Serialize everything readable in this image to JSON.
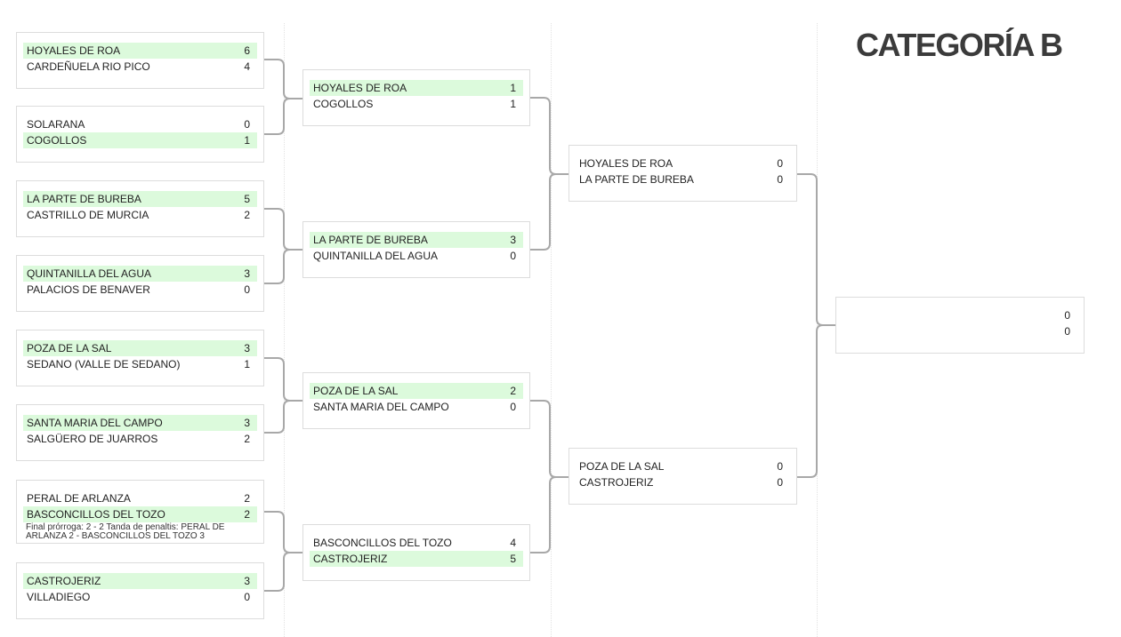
{
  "title": "CATEGORÍA B",
  "rounds": [
    {
      "matches": [
        {
          "team1": "HOYALES DE ROA",
          "score1": "6",
          "team2": "CARDEÑUELA RIO PICO",
          "score2": "4",
          "winner": 1
        },
        {
          "team1": "SOLARANA",
          "score1": "0",
          "team2": "COGOLLOS",
          "score2": "1",
          "winner": 2
        },
        {
          "team1": "LA PARTE DE BUREBA",
          "score1": "5",
          "team2": "CASTRILLO DE MURCIA",
          "score2": "2",
          "winner": 1
        },
        {
          "team1": "QUINTANILLA DEL AGUA",
          "score1": "3",
          "team2": "PALACIOS DE BENAVER",
          "score2": "0",
          "winner": 1
        },
        {
          "team1": "POZA DE LA SAL",
          "score1": "3",
          "team2": "SEDANO (VALLE DE SEDANO)",
          "score2": "1",
          "winner": 1
        },
        {
          "team1": "SANTA MARIA DEL CAMPO",
          "score1": "3",
          "team2": "SALGÜERO DE JUARROS",
          "score2": "2",
          "winner": 1
        },
        {
          "team1": "PERAL DE ARLANZA",
          "score1": "2",
          "team2": "BASCONCILLOS DEL TOZO",
          "score2": "2",
          "winner": 2,
          "note": "Final prórroga: 2 - 2 Tanda de penaltis: PERAL DE ARLANZA 2 - BASCONCILLOS DEL TOZO 3"
        },
        {
          "team1": "CASTROJERIZ",
          "score1": "3",
          "team2": "VILLADIEGO",
          "score2": "0",
          "winner": 1
        }
      ]
    },
    {
      "matches": [
        {
          "team1": "HOYALES DE ROA",
          "score1": "1",
          "team2": "COGOLLOS",
          "score2": "1",
          "winner": 1
        },
        {
          "team1": "LA PARTE DE BUREBA",
          "score1": "3",
          "team2": "QUINTANILLA DEL AGUA",
          "score2": "0",
          "winner": 1
        },
        {
          "team1": "POZA DE LA SAL",
          "score1": "2",
          "team2": "SANTA MARIA DEL CAMPO",
          "score2": "0",
          "winner": 1
        },
        {
          "team1": "BASCONCILLOS DEL TOZO",
          "score1": "4",
          "team2": "CASTROJERIZ",
          "score2": "5",
          "winner": 2
        }
      ]
    },
    {
      "matches": [
        {
          "team1": "HOYALES DE ROA",
          "score1": "0",
          "team2": "LA PARTE DE BUREBA",
          "score2": "0",
          "winner": 0
        },
        {
          "team1": "POZA DE LA SAL",
          "score1": "0",
          "team2": "CASTROJERIZ",
          "score2": "0",
          "winner": 0
        }
      ]
    },
    {
      "matches": [
        {
          "team1": "",
          "score1": "0",
          "team2": "",
          "score2": "0",
          "winner": 0
        }
      ]
    }
  ],
  "colors": {
    "winner_bg": "#dcfadc",
    "connector": "#a8a8a8",
    "border": "#dcdcdc",
    "title": "#3b3b3b"
  }
}
